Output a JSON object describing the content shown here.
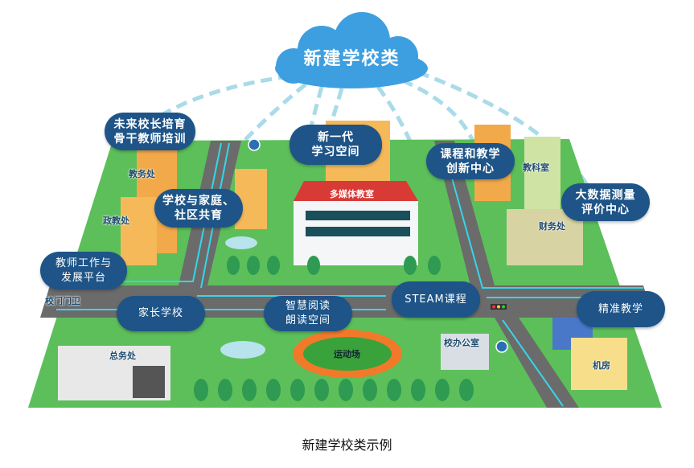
{
  "cloud": {
    "title": "新建学校类"
  },
  "bubbles": {
    "principal": [
      "未来校长培育",
      "骨干教师培训"
    ],
    "learning_space": [
      "新一代",
      "学习空间"
    ],
    "curriculum": [
      "课程和教学",
      "创新中心"
    ],
    "big_data": [
      "大数据测量",
      "评价中心"
    ],
    "home_school": [
      "学校与家庭、",
      "社区共育"
    ],
    "teacher_platform": [
      "教师工作与",
      "发展平台"
    ],
    "parent_school": "家长学校",
    "smart_reading": [
      "智慧阅读",
      "朗读空间"
    ],
    "steam": "STEAM课程",
    "precision": "精准教学"
  },
  "buildings": {
    "academic_affairs": "教务处",
    "political_education": "政教处",
    "multimedia": "多媒体教室",
    "research": "教科室",
    "finance": "财务处",
    "gate": "校门门卫",
    "general_affairs": "总务处",
    "sports_field": "运动场",
    "principal_office": "校办公室",
    "computer_room": "机房"
  },
  "caption": "新建学校类示例",
  "colors": {
    "bubble": "#1e5487",
    "grass": "#5cbf5a",
    "road": "#6b6b6b",
    "circuit": "#35d6e8",
    "cloud": "#3d9fe0"
  }
}
